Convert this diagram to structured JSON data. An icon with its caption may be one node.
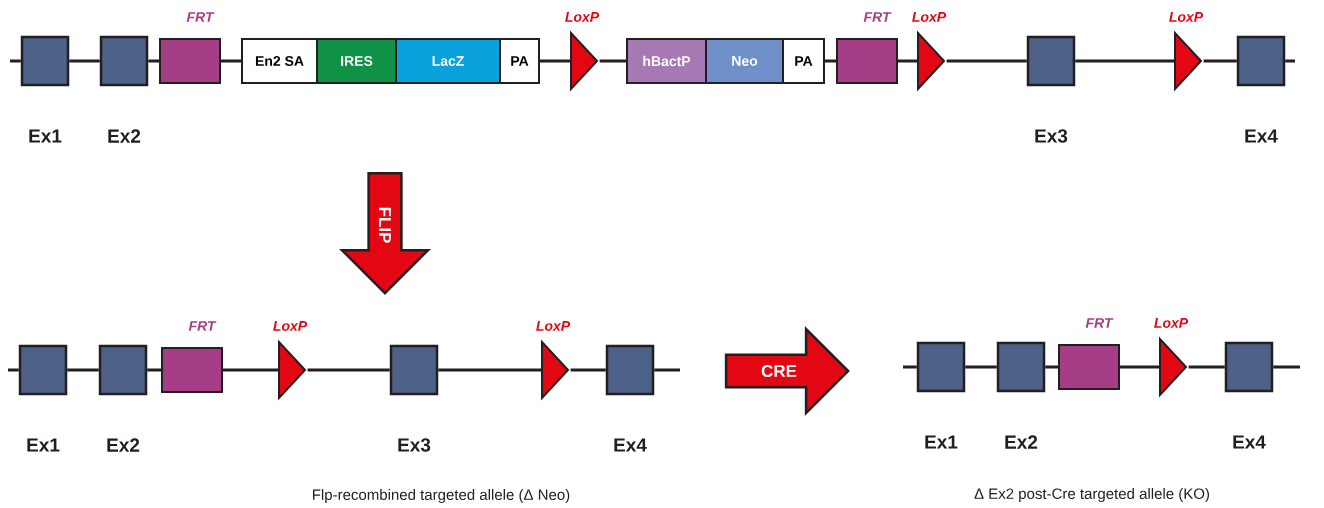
{
  "diagram": {
    "nodes": [
      {
        "text": [],
        "shape": "box",
        "beside": [
          "Ex1"
        ]
      },
      {
        "text": [],
        "shape": "box",
        "beside": [
          "Ex2"
        ]
      },
      {
        "text": [],
        "shape": "parallelogram",
        "beside": [
          "FRT"
        ]
      },
      {
        "text": [
          "En2 SA"
        ]
      },
      {
        "text": [
          "IRES"
        ]
      },
      {
        "text": [
          "LacZ"
        ]
      },
      {
        "text": [
          "PA"
        ]
      },
      {
        "text": [],
        "shape": "triangle",
        "beside": [
          "LoxP"
        ]
      },
      {
        "text": [
          "hBactP"
        ]
      },
      {
        "text": [
          "Neo"
        ]
      },
      {
        "text": [
          "PA"
        ]
      },
      {
        "text": [],
        "shape": "parallelogram",
        "beside": [
          "FRT"
        ]
      },
      {
        "text": [],
        "shape": "triangle",
        "beside": [
          "LoxP"
        ]
      },
      {
        "text": [],
        "shape": "box",
        "beside": [
          "Ex3"
        ]
      },
      {
        "text": [],
        "shape": "triangle",
        "beside": [
          "LoxP"
        ]
      },
      {
        "text": [],
        "shape": "box",
        "beside": [
          "Ex4"
        ]
      },
      {
        "text": [
          "FLIP"
        ]
      },
      {
        "text": [],
        "shape": "box",
        "beside": [
          "Ex1"
        ]
      },
      {
        "text": [],
        "shape": "box",
        "beside": [
          "Ex2"
        ]
      },
      {
        "text": [],
        "shape": "parallelogram",
        "beside": [
          "FRT"
        ]
      },
      {
        "text": [],
        "shape": "triangle",
        "beside": [
          "LoxP"
        ]
      },
      {
        "text": [],
        "shape": "box",
        "beside": [
          "Ex3"
        ]
      },
      {
        "text": [],
        "shape": "triangle",
        "beside": [
          "LoxP"
        ]
      },
      {
        "text": [],
        "shape": "box",
        "beside": [
          "Ex4"
        ]
      },
      {
        "text": [
          "CRE"
        ]
      },
      {
        "text": [],
        "shape": "box",
        "beside": [
          "Ex1"
        ]
      },
      {
        "text": [],
        "shape": "box",
        "beside": [
          "Ex2"
        ]
      },
      {
        "text": [],
        "shape": "parallelogram",
        "beside": [
          "FRT"
        ]
      },
      {
        "text": [],
        "shape": "triangle",
        "beside": [
          "LoxP"
        ]
      },
      {
        "text": [],
        "shape": "box",
        "beside": [
          "Ex4"
        ]
      }
    ],
    "edges": [
      {
        "from": null,
        "to": 0,
        "arrow": "none"
      },
      {
        "from": 0,
        "to": 1,
        "arrow": "none"
      },
      {
        "from": 1,
        "to": 2,
        "arrow": "none"
      },
      {
        "from": 2,
        "to": 3,
        "arrow": "none"
      },
      {
        "from": 6,
        "to": 7,
        "arrow": "none"
      },
      {
        "from": 7,
        "to": 8,
        "arrow": "none"
      },
      {
        "from": 10,
        "to": 11,
        "arrow": "none"
      },
      {
        "from": 11,
        "to": 12,
        "arrow": "none"
      },
      {
        "from": 12,
        "to": 13,
        "arrow": "none"
      },
      {
        "from": 13,
        "to": 14,
        "arrow": "none"
      },
      {
        "from": 14,
        "to": 15,
        "arrow": "none"
      },
      {
        "from": 15,
        "to": null,
        "arrow": "none"
      },
      {
        "from": null,
        "to": 17,
        "arrow": "none"
      },
      {
        "from": 17,
        "to": 18,
        "arrow": "none"
      },
      {
        "from": 18,
        "to": 19,
        "arrow": "none"
      },
      {
        "from": 19,
        "to": 20,
        "arrow": "none"
      },
      {
        "from": 20,
        "to": 21,
        "arrow": "none"
      },
      {
        "from": 21,
        "to": 22,
        "arrow": "none"
      },
      {
        "from": 22,
        "to": 23,
        "arrow": "none"
      },
      {
        "from": 23,
        "to": null,
        "arrow": "none"
      },
      {
        "from": null,
        "to": 25,
        "arrow": "none"
      },
      {
        "from": 25,
        "to": 26,
        "arrow": "none"
      },
      {
        "from": 26,
        "to": 27,
        "arrow": "none"
      },
      {
        "from": 27,
        "to": 28,
        "arrow": "none"
      },
      {
        "from": 28,
        "to": 29,
        "arrow": "none"
      },
      {
        "from": 29,
        "to": null,
        "arrow": "none"
      }
    ],
    "labels": [
      "Flp-recombined targeted allele (Δ Neo)",
      "Δ Ex2 post-Cre targeted allele (KO)"
    ]
  }
}
